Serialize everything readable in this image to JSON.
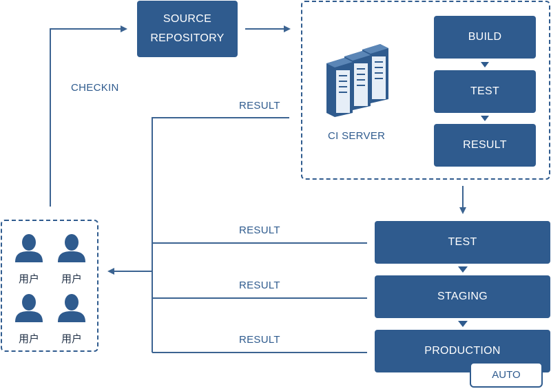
{
  "source_repository": {
    "line1": "SOURCE",
    "line2": "REPOSITORY"
  },
  "checkin_label": "CHECKIN",
  "ci_server": {
    "label": "CI SERVER",
    "steps": [
      "BUILD",
      "TEST",
      "RESULT"
    ],
    "icon": "server-rack-icon"
  },
  "pipeline": {
    "stages": [
      "TEST",
      "STAGING",
      "PRODUCTION"
    ],
    "auto_badge": "AUTO"
  },
  "results": {
    "ci": "RESULT",
    "test": "RESULT",
    "staging": "RESULT",
    "production": "RESULT"
  },
  "users": {
    "labels": [
      "用户",
      "用户",
      "用户",
      "用户"
    ],
    "icon": "user-icon"
  },
  "colors": {
    "primary": "#2f5b8e",
    "line": "#3b6391",
    "text_dark": "#1f2f45"
  }
}
